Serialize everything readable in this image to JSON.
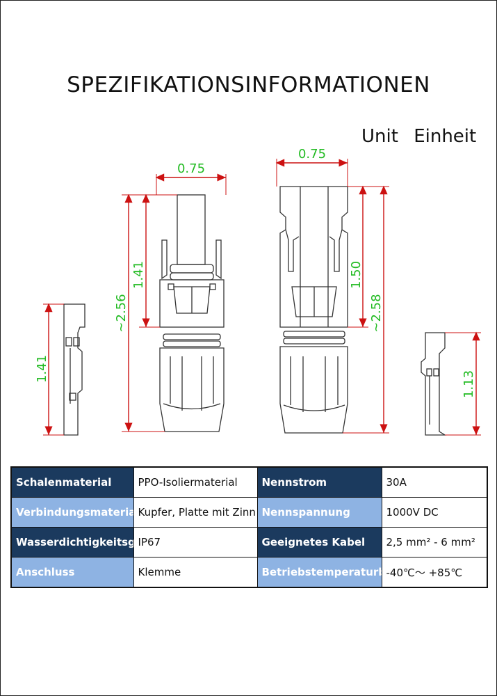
{
  "title": "SPEZIFIKATIONSINFORMATIONEN",
  "unit_label": "Unit   Einheit",
  "dimensions": {
    "left_top_width": "0.75",
    "left_inner_height": "1.41",
    "left_total_height": "~2.56",
    "right_top_width": "0.75",
    "right_inner_height": "1.50",
    "right_total_height": "~2.58",
    "left_side_height": "1.41",
    "right_side_height": "1.13"
  },
  "colors": {
    "dimension_green": "#22bb22",
    "arrow_red": "#cc1111",
    "table_dark": "#1b3a5e",
    "table_light": "#8eb3e3"
  },
  "specs": [
    {
      "k1": "Schalenmaterial",
      "v1": "PPO-Isoliermaterial",
      "k2": "Nennstrom",
      "v2": "30A"
    },
    {
      "k1": "Verbindungsmaterial",
      "v1": "Kupfer, Platte mit Zinn",
      "k2": "Nennspannung",
      "v2": "1000V DC"
    },
    {
      "k1": "Wasserdichtigkeitsgrad",
      "v1": "IP67",
      "k2": "Geeignetes Kabel",
      "v2": "2,5 mm² - 6 mm²"
    },
    {
      "k1": "Anschluss",
      "v1": "Klemme",
      "k2": "Betriebstemperaturbereich",
      "v2": "-40℃～ +85℃"
    }
  ]
}
